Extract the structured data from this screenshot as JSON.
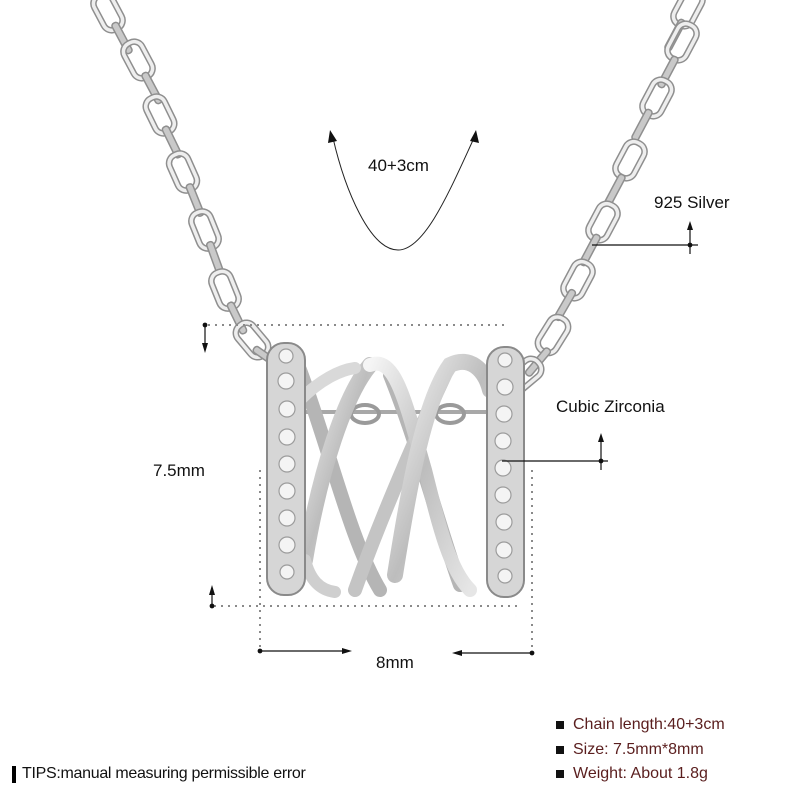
{
  "product": {
    "material_label": "925 Silver",
    "stone_label": "Cubic Zirconia",
    "chain_length_diagram_label": "40+3cm",
    "height_dimension_label": "7.5mm",
    "width_dimension_label": "8mm"
  },
  "specs": [
    {
      "text": "Chain length:40+3cm"
    },
    {
      "text": "Size: 7.5mm*8mm"
    },
    {
      "text": "Weight: About 1.8g"
    }
  ],
  "tips": {
    "text": "TIPS:manual measuring permissible error"
  },
  "colors": {
    "background": "#ffffff",
    "silver": "#c8c8c8",
    "spec_text": "#5a1e1e",
    "annotation": "#111111",
    "dotted_guide": "#8a8a8a"
  }
}
